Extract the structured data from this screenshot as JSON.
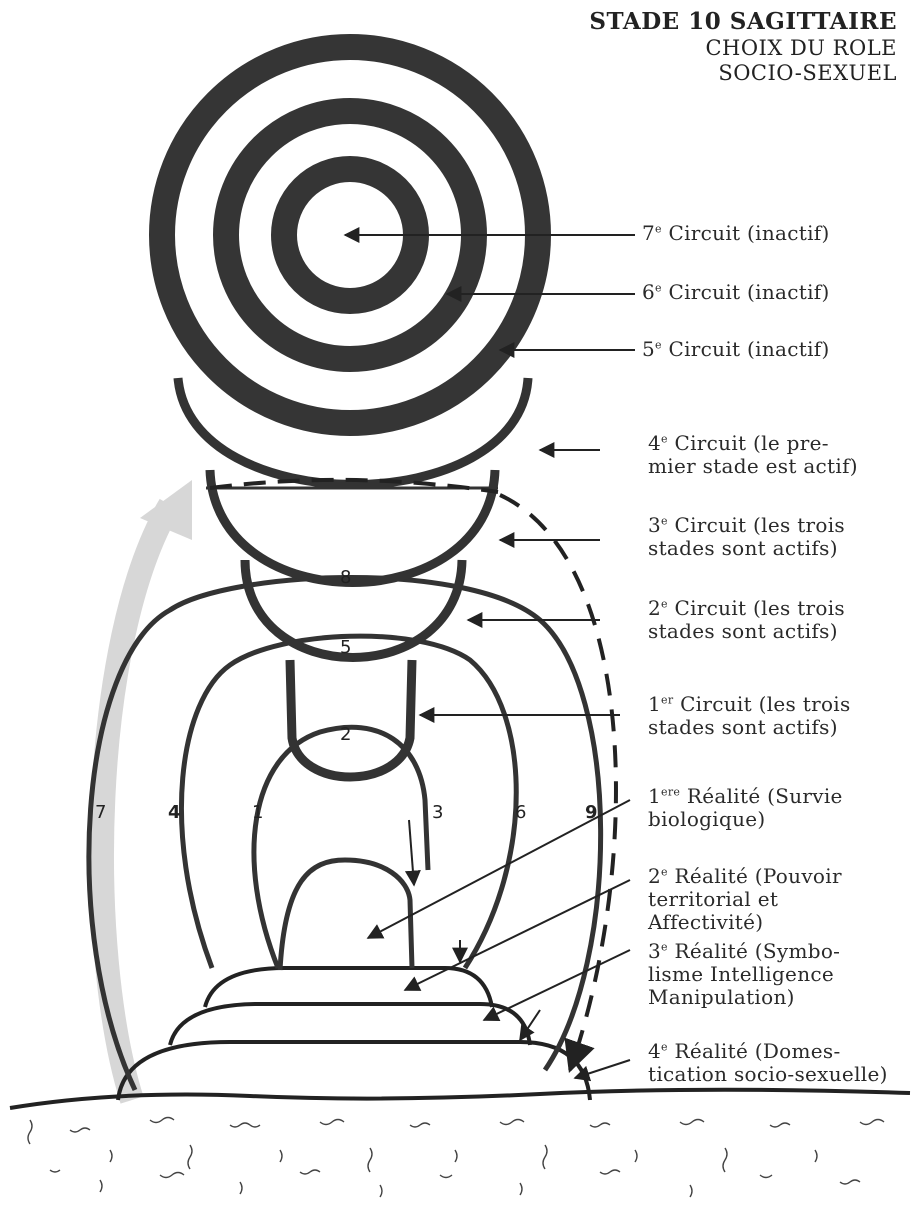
{
  "title": {
    "main": "STADE 10 SAGITTAIRE",
    "sub1": "CHOIX DU ROLE",
    "sub2": "SOCIO-SEXUEL"
  },
  "circuits": [
    {
      "ord": "7",
      "sup": "e",
      "text": " Circuit (inactif)"
    },
    {
      "ord": "6",
      "sup": "e",
      "text": " Circuit (inactif)"
    },
    {
      "ord": "5",
      "sup": "e",
      "text": " Circuit (inactif)"
    },
    {
      "ord": "4",
      "sup": "e",
      "text": " Circuit (le pre-",
      "line2": "mier stade est actif)"
    },
    {
      "ord": "3",
      "sup": "e",
      "text": " Circuit (les trois",
      "line2": "stades sont actifs)"
    },
    {
      "ord": "2",
      "sup": "e",
      "text": " Circuit (les trois",
      "line2": "stades sont actifs)"
    },
    {
      "ord": "1",
      "sup": "er",
      "text": " Circuit (les trois",
      "line2": "stades sont actifs)"
    }
  ],
  "realities": [
    {
      "ord": "1",
      "sup": "ere",
      "text": " Réalité (Survie",
      "line2": "biologique)"
    },
    {
      "ord": "2",
      "sup": "e",
      "text": " Réalité (Pouvoir",
      "line2": "territorial et",
      "line3": "Affectivité)"
    },
    {
      "ord": "3",
      "sup": "e",
      "text": " Réalité (Symbo-",
      "line2": "lisme Intelligence",
      "line3": "Manipulation)"
    },
    {
      "ord": "4",
      "sup": "e",
      "text": " Réalité (Domes-",
      "line2": "tication socio-sexuelle)"
    }
  ],
  "stage_numbers": {
    "n1": "1",
    "n2": "2",
    "n3": "3",
    "n4": "4",
    "n5": "5",
    "n6": "6",
    "n7": "7",
    "n8": "8",
    "n9": "9"
  }
}
